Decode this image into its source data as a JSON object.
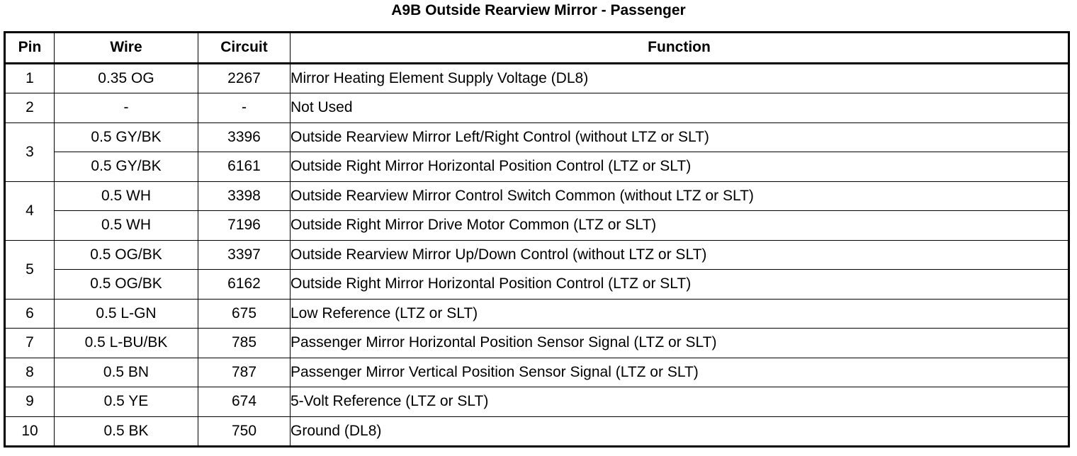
{
  "title": "A9B Outside Rearview Mirror - Passenger",
  "table": {
    "headers": {
      "pin": "Pin",
      "wire": "Wire",
      "circuit": "Circuit",
      "function": "Function"
    },
    "rows": [
      {
        "pin": "1",
        "wire": "0.35 OG",
        "circuit": "2267",
        "function": "Mirror Heating Element Supply Voltage (DL8)"
      },
      {
        "pin": "2",
        "wire": "-",
        "circuit": "-",
        "function": "Not Used"
      },
      {
        "pin": "3",
        "wire": "0.5 GY/BK",
        "circuit": "3396",
        "function": "Outside Rearview Mirror Left/Right Control (without LTZ or SLT)"
      },
      {
        "pin": "",
        "wire": "0.5 GY/BK",
        "circuit": "6161",
        "function": "Outside Right Mirror Horizontal Position Control (LTZ or SLT)"
      },
      {
        "pin": "4",
        "wire": "0.5 WH",
        "circuit": "3398",
        "function": "Outside Rearview Mirror Control Switch Common (without LTZ or SLT)"
      },
      {
        "pin": "",
        "wire": "0.5 WH",
        "circuit": "7196",
        "function": "Outside Right Mirror Drive Motor Common (LTZ or SLT)"
      },
      {
        "pin": "5",
        "wire": "0.5 OG/BK",
        "circuit": "3397",
        "function": "Outside Rearview Mirror Up/Down Control (without LTZ or SLT)"
      },
      {
        "pin": "",
        "wire": "0.5 OG/BK",
        "circuit": "6162",
        "function": "Outside Right Mirror Horizontal Position Control (LTZ or SLT)"
      },
      {
        "pin": "6",
        "wire": "0.5 L-GN",
        "circuit": "675",
        "function": "Low Reference (LTZ or SLT)"
      },
      {
        "pin": "7",
        "wire": "0.5 L-BU/BK",
        "circuit": "785",
        "function": "Passenger Mirror Horizontal Position Sensor Signal (LTZ or SLT)"
      },
      {
        "pin": "8",
        "wire": "0.5 BN",
        "circuit": "787",
        "function": "Passenger Mirror Vertical Position Sensor Signal (LTZ or SLT)"
      },
      {
        "pin": "9",
        "wire": "0.5 YE",
        "circuit": "674",
        "function": "5-Volt Reference (LTZ or SLT)"
      },
      {
        "pin": "10",
        "wire": "0.5 BK",
        "circuit": "750",
        "function": "Ground (DL8)"
      }
    ]
  }
}
